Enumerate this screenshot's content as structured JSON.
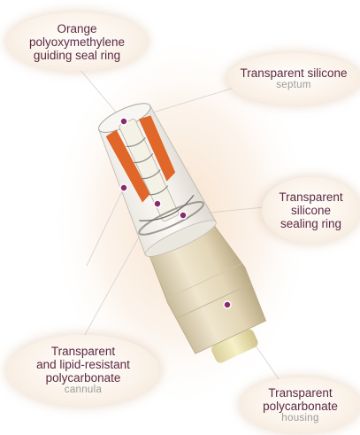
{
  "callouts": [
    {
      "key": "ring",
      "name": "Orange\npolyoxymethylene\nguiding seal ring",
      "part": ""
    },
    {
      "key": "septum",
      "name": "Transparent silicone",
      "part": "septum"
    },
    {
      "key": "seal",
      "name": "Transparent\nsilicone\nsealing ring",
      "part": ""
    },
    {
      "key": "cannula",
      "name": "Transparent\nand lipid-resistant\npolycarbonate",
      "part": "cannula"
    },
    {
      "key": "housing",
      "name": "Transparent\npolycarbonate",
      "part": "housing"
    }
  ],
  "colors": {
    "marker": "#8a2a6e",
    "leader": "#d8d4d0",
    "orange": "#e0662a",
    "housing": "#e7dcc3",
    "glow": "#f1c9a6"
  }
}
